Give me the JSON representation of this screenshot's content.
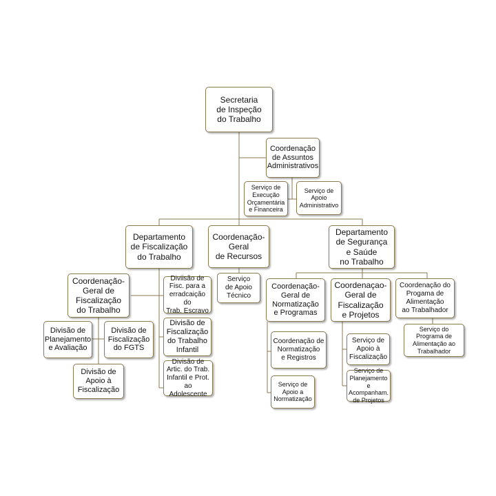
{
  "nodes": {
    "sit": "Secretaria\nde Inspeção\ndo Trabalho",
    "caa": "Coordenação\nde Assuntos\nAdministrativos",
    "seof": "Serviço de\nExecução\nOrçamentária\ne Financeira",
    "sad": "Serviço de\nApoio\nAdministrativo",
    "dft": "Departamento\nde Fiscalização\ndo Trabalho",
    "cgr": "Coordenação-\nGeral\nde Recursos",
    "dsst": "Departamento\nde Segurança\ne Saúde\nno Trabalho",
    "cgft": "Coordenação-\nGeral de\nFiscalização\ndo Trabalho",
    "dfte": "Diviisão de\nFisc. para a\nerradcaição do\nTrab. Escravo",
    "dfti": "Divisão de\nFiscalização\ndo Trabalho\nInfantil",
    "dat": "Divisão de\nArtic. do Trab.\nInfantil e Prot.\nao Adolescente",
    "dpa": "Divisão de\nPlanejamento\ne Avaliação",
    "dff": "Divisão de\nFiscalização\ndo FGTS",
    "daf": "Divisão de\nApoio à\nFiscalização",
    "sat": "Serviço\nde Apoio\nTécnico",
    "cgnp": "Coordenação-\nGeral de\nNormatização\ne Programas",
    "cgfp": "Coordenaçao-\nGeral de\nFiscalização\ne Projetos",
    "cpat": "Coordenação do\nProgama de\nAlimentação\nao Trabalhador",
    "cnr": "Coordenação de\nNormatização\ne Registros",
    "san": "Serviço de\nApoio a\nNormatização",
    "saf": "Serviço de\nApoio à\nFiscalização",
    "spap": "Serviço de\nPlanejamento e\nAcompanham.\nde Projetos",
    "spat": "Serviço do\nPrograma de\nAlimentação ao\nTrabalhador"
  },
  "colors": {
    "border": "#8a7a50",
    "line": "#8a7a50"
  }
}
